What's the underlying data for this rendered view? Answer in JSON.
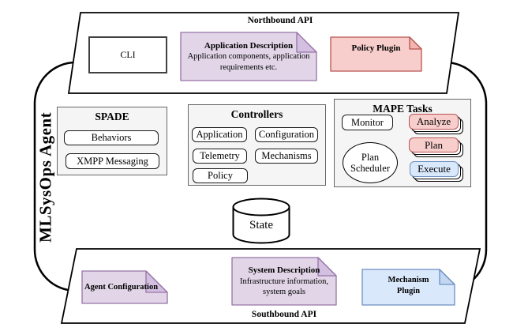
{
  "agent": {
    "label": "MLSysOps Agent"
  },
  "northbound": {
    "label": "Northbound API",
    "cli_label": "CLI",
    "application_description": {
      "title": "Application Description",
      "body": "Application components, application requirements etc."
    },
    "policy_plugin_label": "Policy Plugin"
  },
  "spade": {
    "title": "SPADE",
    "items": [
      "Behaviors",
      "XMPP Messaging"
    ]
  },
  "controllers": {
    "title": "Controllers",
    "items": [
      "Application",
      "Configuration",
      "Telemetry",
      "Mechanisms",
      "Policy"
    ]
  },
  "mape": {
    "title": "MAPE Tasks",
    "monitor_label": "Monitor",
    "analyze_label": "Analyze",
    "plan_label": "Plan",
    "execute_label": "Execute",
    "scheduler_label": "Plan Scheduler"
  },
  "state": {
    "label": "State"
  },
  "southbound": {
    "label": "Southbound API",
    "agent_configuration_label": "Agent Configuration",
    "system_description": {
      "title": "System Description",
      "body": "Infrastructure information, system goals"
    },
    "mechanism_plugin_label": "Mechanism Plugin"
  },
  "colors": {
    "purple_fill": "#E1D5E7",
    "purple_stroke": "#9673A6",
    "purple_fold": "#D3BFE0",
    "red_fill": "#F8CECC",
    "red_stroke": "#B85450",
    "red_fold": "#F2B5B0",
    "blue_fill": "#DAE8FC",
    "blue_stroke": "#6C8EBF",
    "blue_fold": "#C3D7F1",
    "group_fill": "#F5F5F5",
    "group_stroke": "#666666",
    "outline": "#000000"
  }
}
